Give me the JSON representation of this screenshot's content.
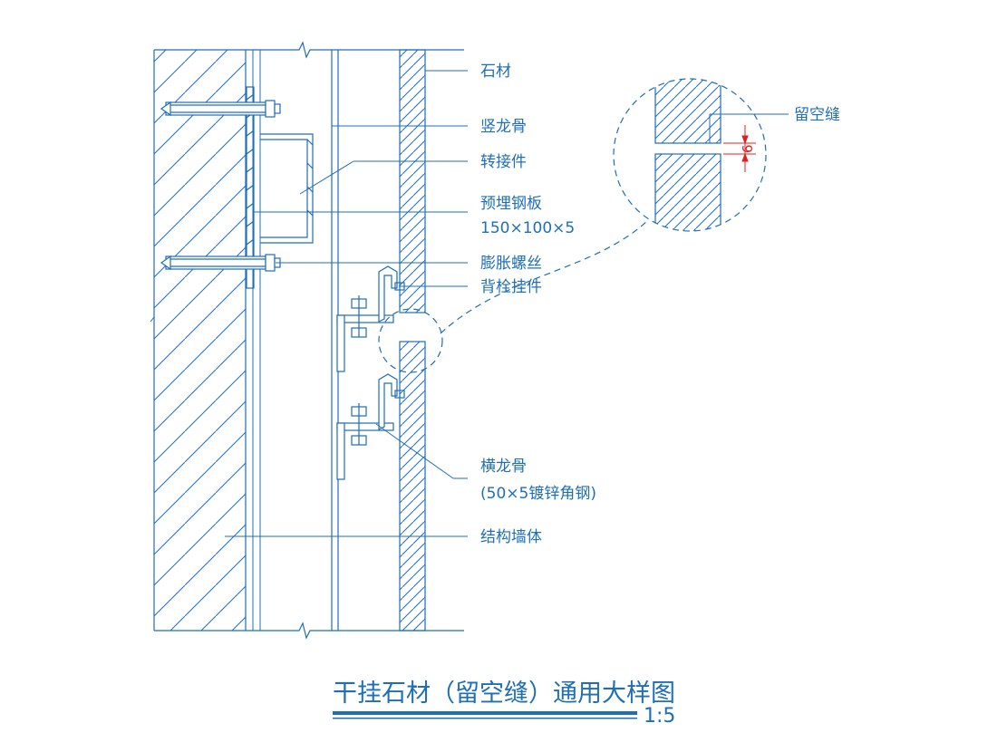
{
  "colors": {
    "line": "#1f6fb5",
    "dimension": "#e02020",
    "background": "#ffffff"
  },
  "labels": {
    "stone": "石材",
    "vertical_keel": "竖龙骨",
    "adapter": "转接件",
    "embedded_plate": "预埋钢板",
    "embedded_plate_size": "150×100×5",
    "expansion_bolt": "膨胀螺丝",
    "back_bolt_hanger": "背栓挂件",
    "horizontal_keel": "横龙骨",
    "horizontal_keel_spec": "(50×5镀锌角钢)",
    "structural_wall": "结构墙体",
    "open_joint": "留空缝"
  },
  "dimension": {
    "joint_width": "6"
  },
  "title": {
    "text": "干挂石材（留空缝）通用大样图",
    "scale": "1:5"
  }
}
